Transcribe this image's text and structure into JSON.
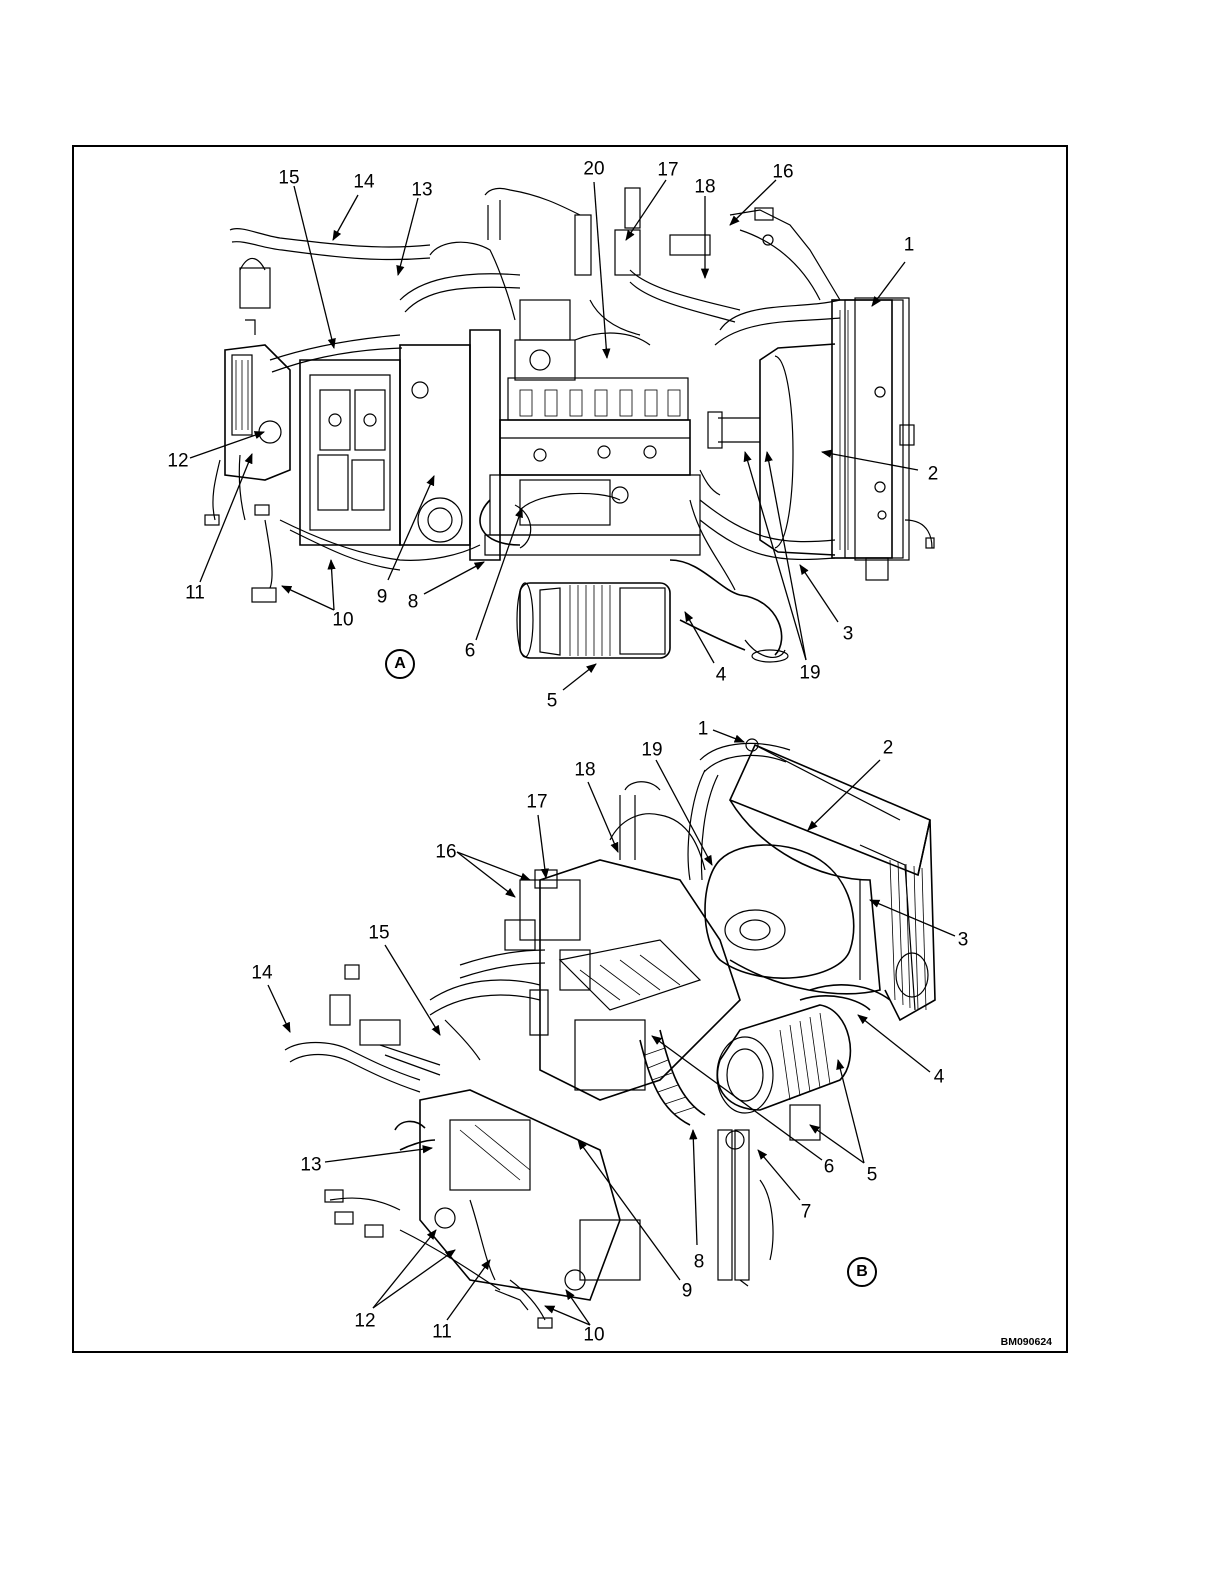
{
  "figure": {
    "code": "BM090624",
    "views": [
      {
        "marker": "A",
        "callouts": [
          "1",
          "2",
          "3",
          "4",
          "5",
          "6",
          "8",
          "9",
          "10",
          "11",
          "12",
          "13",
          "14",
          "15",
          "16",
          "17",
          "18",
          "19",
          "20"
        ]
      },
      {
        "marker": "B",
        "callouts": [
          "1",
          "2",
          "3",
          "4",
          "5",
          "6",
          "7",
          "8",
          "9",
          "10",
          "11",
          "12",
          "13",
          "14",
          "15",
          "16",
          "17",
          "18",
          "19"
        ]
      }
    ]
  }
}
